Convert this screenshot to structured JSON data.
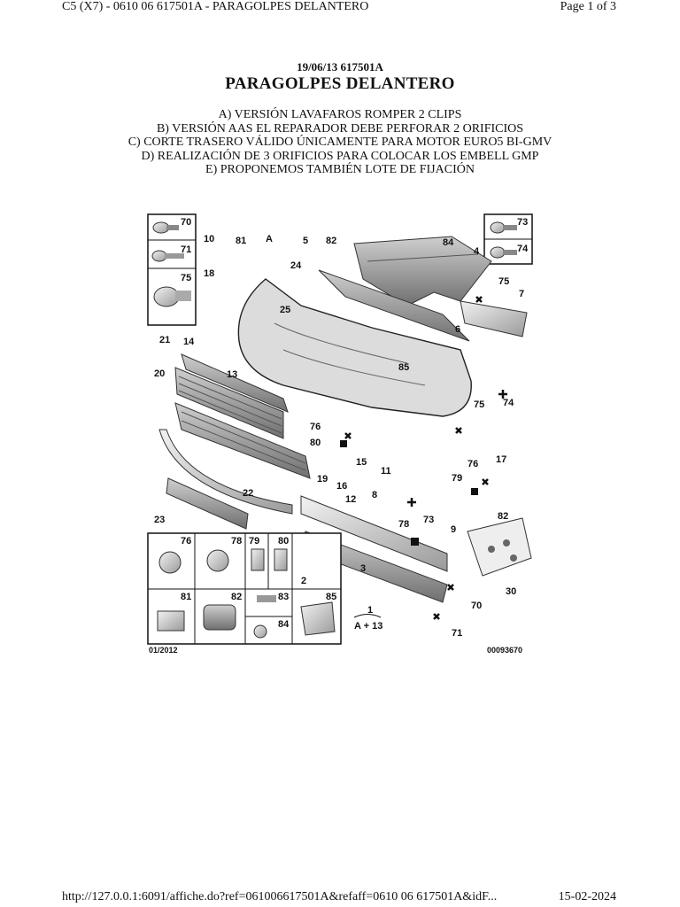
{
  "header": {
    "left": "C5 (X7) - 0610 06 617501A - PARAGOLPES DELANTERO",
    "right": "Page 1 of 3"
  },
  "doc": {
    "subtitle": "19/06/13 617501A",
    "title": "PARAGOLPES DELANTERO"
  },
  "notes": [
    "A) VERSIÓN LAVAFAROS ROMPER 2 CLIPS",
    "B) VERSIÓN AAS EL REPARADOR DEBE PERFORAR 2 ORIFICIOS",
    "C) CORTE TRASERO VÁLIDO ÚNICAMENTE PARA MOTOR EURO5 BI-GMV",
    "D) REALIZACIÓN DE 3 ORIFICIOS PARA COLOCAR LOS EMBELL GMP",
    "E) PROPONEMOS TAMBIÉN LOTE DE FIJACIÓN"
  ],
  "diagram": {
    "date": "01/2012",
    "ref": "00093670",
    "set_label": "A + 13",
    "callouts": [
      "70",
      "71",
      "75",
      "10",
      "81",
      "A",
      "5",
      "82",
      "84",
      "73",
      "74",
      "24",
      "18",
      "75",
      "7",
      "25",
      "21",
      "14",
      "6",
      "85",
      "13",
      "20",
      "75",
      "74",
      "76",
      "80",
      "15",
      "11",
      "17",
      "76",
      "79",
      "19",
      "16",
      "12",
      "8",
      "22",
      "23",
      "73",
      "82",
      "78",
      "9",
      "2",
      "3",
      "30",
      "70",
      "1",
      "71"
    ],
    "legend_numbers": [
      "76",
      "78",
      "79",
      "80",
      "81",
      "82",
      "83",
      "84",
      "85"
    ]
  },
  "footer": {
    "left": "http://127.0.0.1:6091/affiche.do?ref=061006617501A&refaff=0610 06 617501A&idF...",
    "right": "15-02-2024"
  }
}
